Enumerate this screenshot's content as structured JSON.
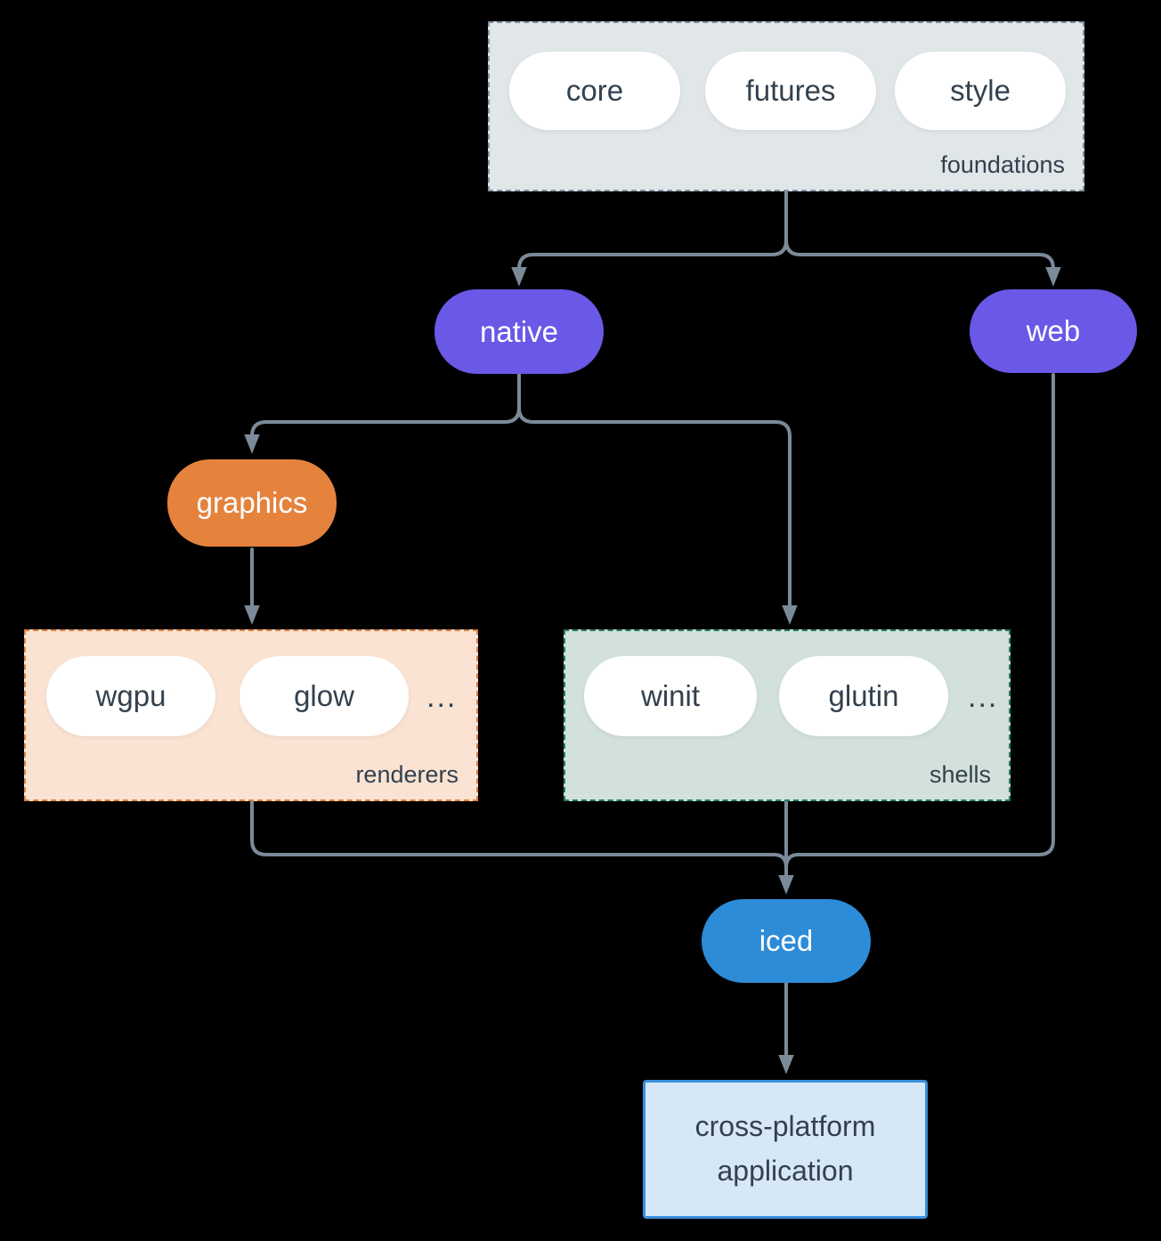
{
  "diagram": {
    "background_color": "#000000",
    "arrow_color": "#7b8a99",
    "foundations": {
      "label": "foundations",
      "fill": "#e1e6e9",
      "border": "#8494a3",
      "pills": [
        "core",
        "futures",
        "style"
      ]
    },
    "native": {
      "label": "native",
      "fill": "#6a58e6"
    },
    "web": {
      "label": "web",
      "fill": "#6a58e6"
    },
    "graphics": {
      "label": "graphics",
      "fill": "#e5823c"
    },
    "renderers": {
      "label": "renderers",
      "fill": "#fae3d3",
      "border": "#e0813c",
      "pills": [
        "wgpu",
        "glow"
      ],
      "ellipsis": "..."
    },
    "shells": {
      "label": "shells",
      "fill": "#d2e1da",
      "border": "#26796b",
      "pills": [
        "winit",
        "glutin"
      ],
      "ellipsis": "..."
    },
    "iced": {
      "label": "iced",
      "fill": "#2d8cd8"
    },
    "application": {
      "label": "cross-platform application",
      "fill": "#d6e7f7",
      "border": "#3a8edc"
    }
  }
}
